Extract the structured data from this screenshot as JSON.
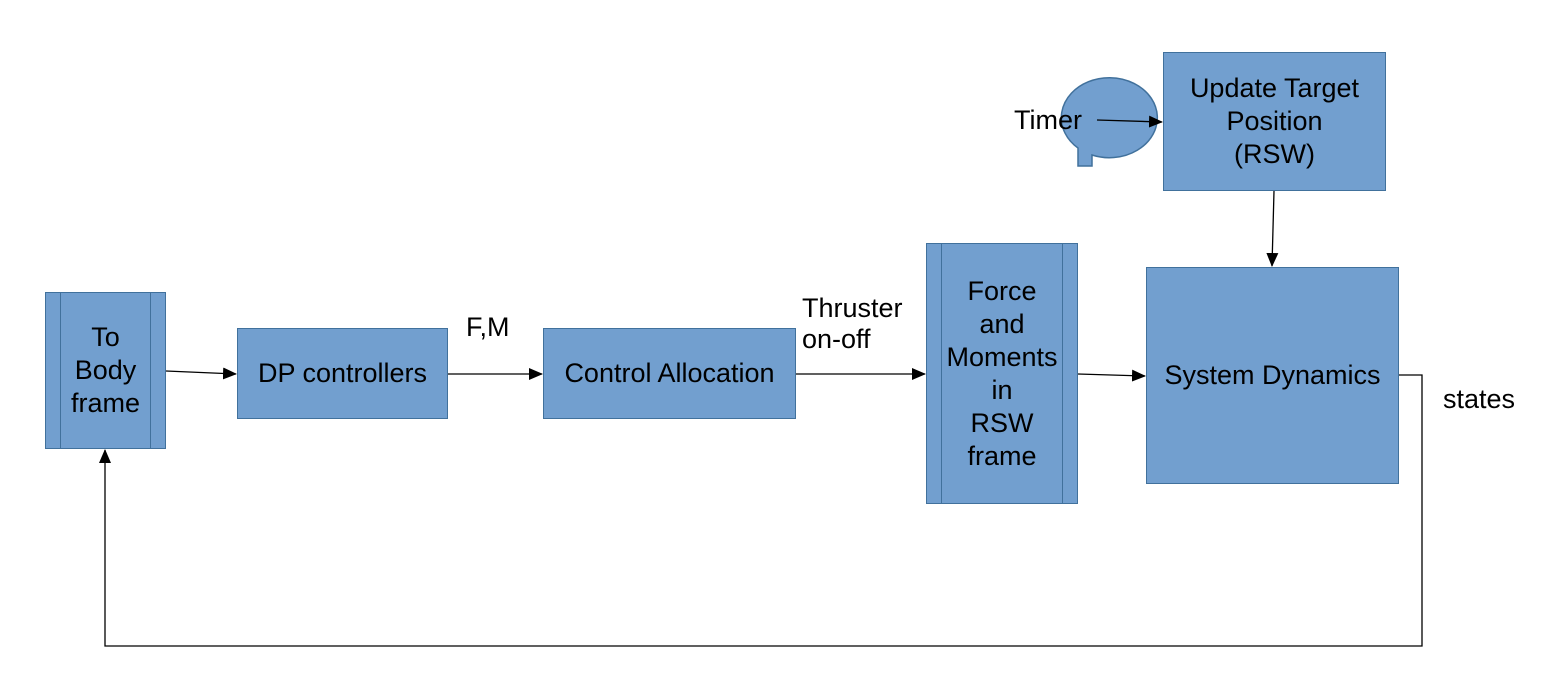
{
  "colors": {
    "block_fill": "#729fcf",
    "block_border": "#41719c",
    "line": "#000000"
  },
  "blocks": {
    "to_body_frame": "To\nBody\nframe",
    "dp_controllers": "DP controllers",
    "control_allocation": "Control Allocation",
    "force_moments": "Force\nand\nMoments\nin\nRSW\nframe",
    "system_dynamics": "System Dynamics",
    "update_target": "Update Target\nPosition\n(RSW)",
    "timer": "Timer"
  },
  "labels": {
    "fm": "F,M",
    "thruster": "Thruster\non-off",
    "states": "states"
  }
}
